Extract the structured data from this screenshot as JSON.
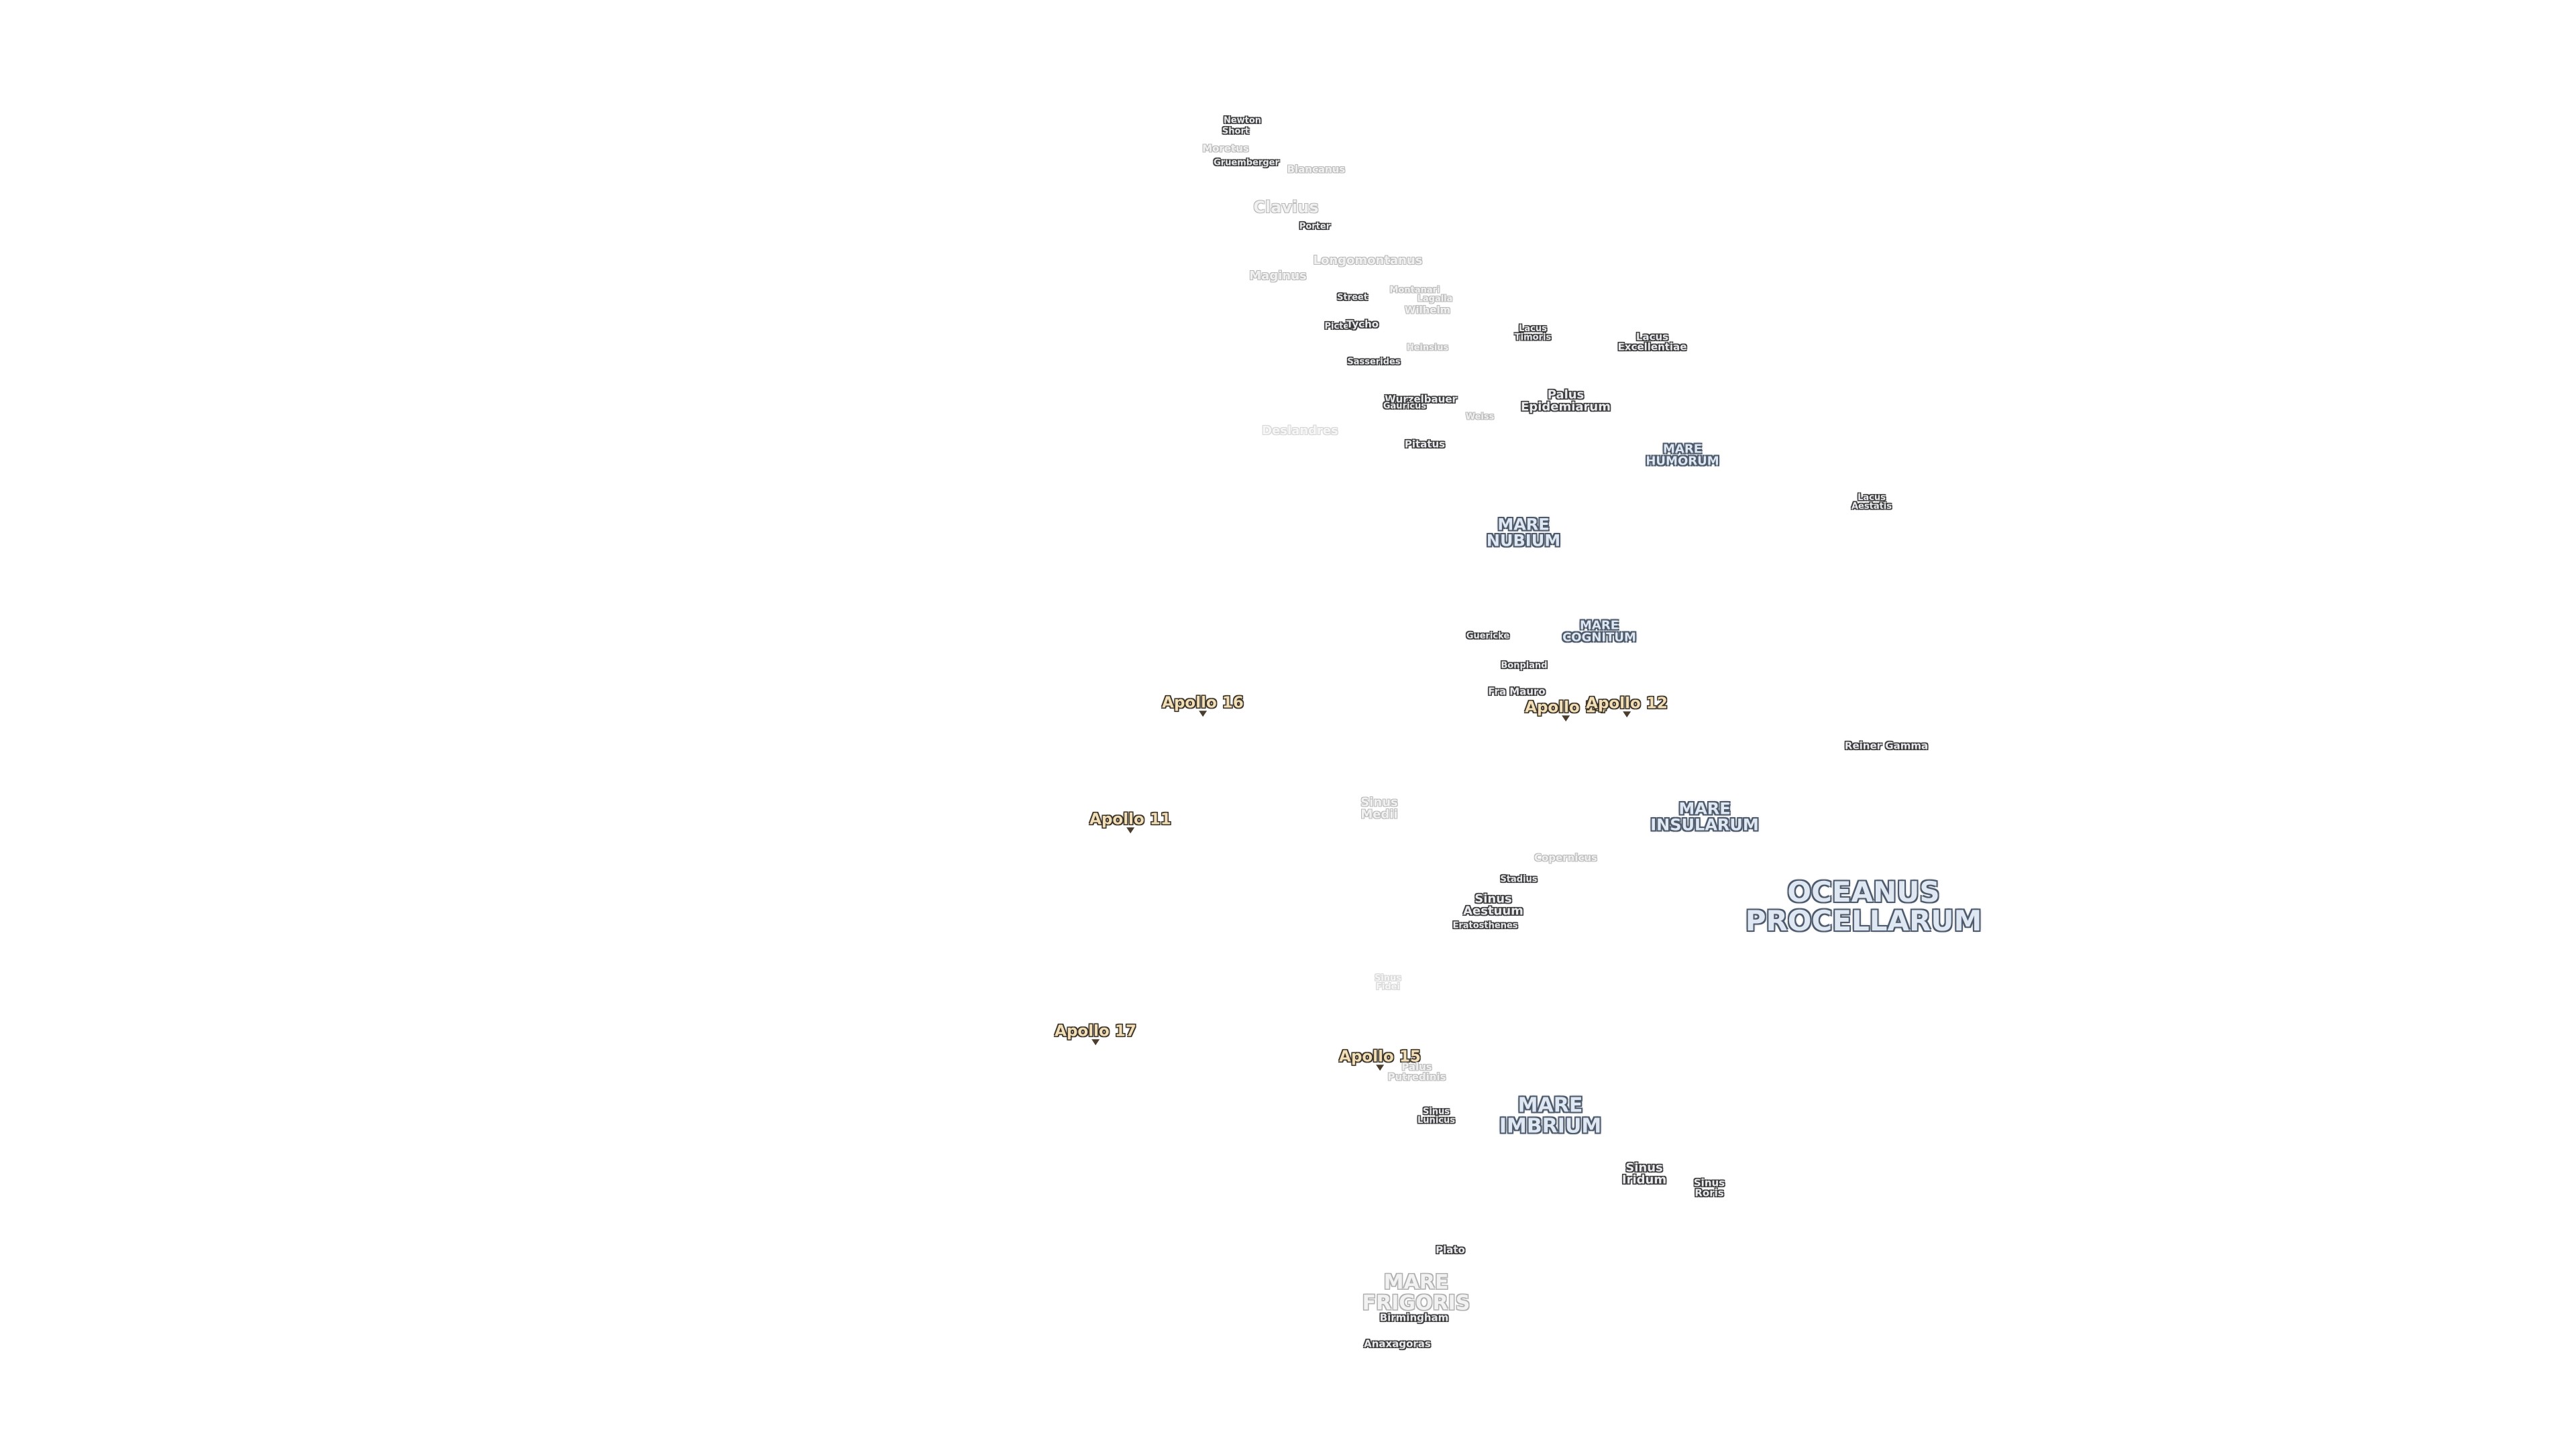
{
  "map": {
    "background": "#ffffff",
    "colors": {
      "feature_label": "#e8eaee",
      "feature_halo": "#3a3a3a",
      "sea_label": "#dfe7f2",
      "sea_halo": "#4d5a6c",
      "apollo_label": "#f2dfb8",
      "apollo_halo": "#3c3428"
    },
    "labels": {
      "newton": "Newton",
      "short": "Short",
      "moretus": "Moretus",
      "gruemberger": "Gruemberger",
      "blancanus": "Blancanus",
      "clavius": "Clavius",
      "porter": "Porter",
      "longomontanus": "Longomontanus",
      "maginus": "Maginus",
      "street": "Street",
      "montanari": "Montanari",
      "lagalla": "Lagalla",
      "wilhelm": "Wilhelm",
      "pictet": "Pictet",
      "tycho": "Tycho",
      "heinsius": "Heinsius",
      "sasserides": "Sasserides",
      "lacus_timoris": "Lacus\nTimoris",
      "lacus_excellentiae": "Lacus\nExcellentiae",
      "wurzelbauer": "Wurzelbauer",
      "gauricus": "Gauricus",
      "palus_epidemiarum": "Palus\nEpidemiarum",
      "weiss": "Weiss",
      "deslandres": "Deslandres",
      "pitatus": "Pitatus",
      "mare_humorum": "MARE\nHUMORUM",
      "lacus_aestatis": "Lacus\nAestatis",
      "mare_nubium": "MARE\nNUBIUM",
      "mare_cognitum": "MARE\nCOGNITUM",
      "guericke": "Guericke",
      "bonpland": "Bonpland",
      "fra_mauro": "Fra Mauro",
      "reiner_gamma": "Reiner Gamma",
      "sinus_medii": "Sinus\nMedii",
      "mare_insularum": "MARE\nINSULARUM",
      "copernicus": "Copernicus",
      "stadius": "Stadius",
      "sinus_aestuum": "Sinus\nAestuum",
      "eratosthenes": "Eratosthenes",
      "oceanus_procellarum": "OCEANUS\nPROCELLARUM",
      "sinus_fidei": "Sinus\nFidei",
      "palus_putredinis": "Palus\nPutredinis",
      "sinus_lunicus": "Sinus\nLunicus",
      "mare_imbrium": "MARE\nIMBRIUM",
      "sinus_iridum": "Sinus\nIridum",
      "sinus_roris": "Sinus\nRoris",
      "plato": "Plato",
      "mare_frigoris": "MARE\nFRIGORIS",
      "birmingham": "Birmingham",
      "anaxagoras": "Anaxagoras"
    },
    "apollo_sites": {
      "apollo_16": "Apollo 16",
      "apollo_14": "Apollo 14",
      "apollo_12": "Apollo 12",
      "apollo_11": "Apollo 11",
      "apollo_17": "Apollo 17",
      "apollo_15": "Apollo 15"
    }
  }
}
